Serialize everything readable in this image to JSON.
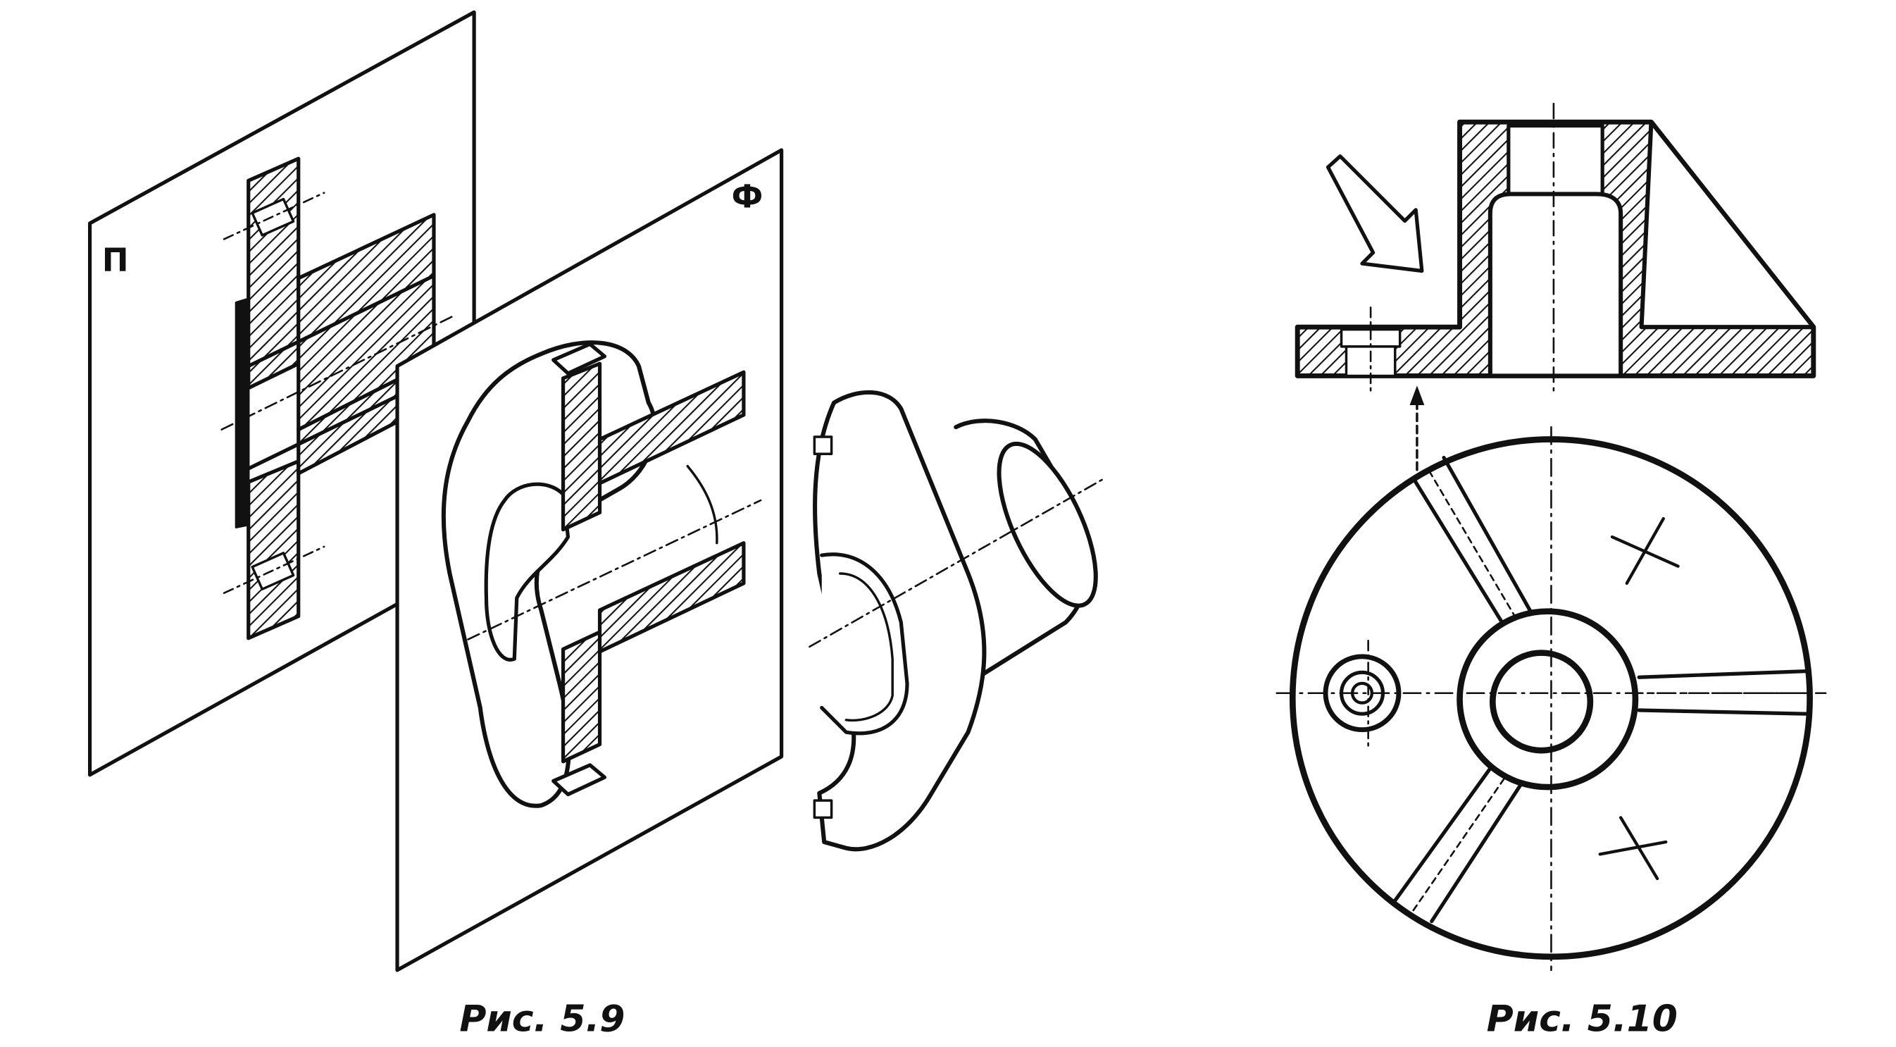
{
  "figures": [
    {
      "caption": "Рис. 5.9",
      "plane_labels": [
        "П",
        "Ф"
      ]
    },
    {
      "caption": "Рис. 5.10"
    }
  ],
  "colors": {
    "ink": "#111111",
    "paper": "#ffffff"
  },
  "icons": [
    "view-direction-arrow-icon"
  ]
}
